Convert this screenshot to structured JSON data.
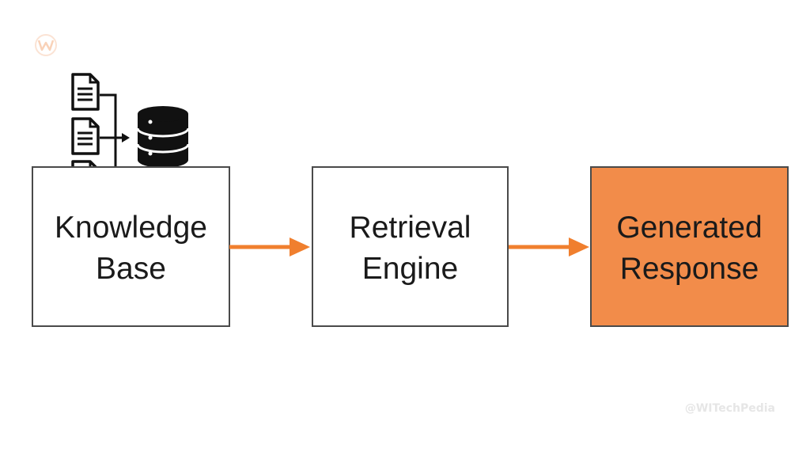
{
  "diagram": {
    "nodes": [
      {
        "id": "knowledge-base",
        "lines": [
          "Knowledge",
          "Base"
        ],
        "fill": "#ffffff"
      },
      {
        "id": "retrieval-engine",
        "lines": [
          "Retrieval",
          "Engine"
        ],
        "fill": "#ffffff"
      },
      {
        "id": "generated-response",
        "lines": [
          "Generated",
          "Response"
        ],
        "fill": "#f28c4a"
      }
    ],
    "edges": [
      {
        "from": "knowledge-base",
        "to": "retrieval-engine"
      },
      {
        "from": "retrieval-engine",
        "to": "generated-response"
      }
    ],
    "icons": [
      "document-icon",
      "document-icon",
      "document-icon",
      "database-icon"
    ]
  },
  "colors": {
    "accent": "#f28c4a",
    "arrow": "#f07f2e",
    "border": "#4a4a4a"
  },
  "watermark": "@WITechPedia"
}
